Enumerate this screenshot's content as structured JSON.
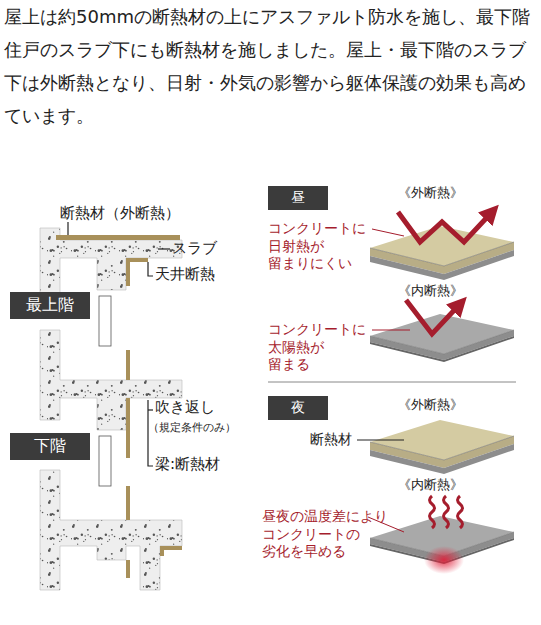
{
  "diagram": {
    "title": "屋上は約50mmの断熱材の上にアスファルト防水を施し、最下階住戸のスラブ下にも断熱材を施しました。屋上・最下階のスラブ下は外断熱となり、日射・外気の影響から躯体保護の効果も高めています。",
    "nodes": [
      {
        "text": [
          "最上階"
        ]
      },
      {
        "text": [
          "下階"
        ]
      },
      {
        "text": [
          "昼"
        ]
      },
      {
        "text": [
          "夜"
        ]
      }
    ],
    "labels": [
      "断熱材（外断熱）",
      "スラブ",
      "天井断熱",
      "吹き返し",
      "（規定条件のみ）",
      "梁:断熱材",
      "《外断熱》",
      "コンクリートに 日射熱が 留まりにくい",
      "《内断熱》",
      "コンクリートに 太陽熱が 留まる",
      "《外断熱》",
      "断熱材",
      "《内断熱》",
      "昼夜の温度差により コンクリートの 劣化を早める"
    ]
  }
}
